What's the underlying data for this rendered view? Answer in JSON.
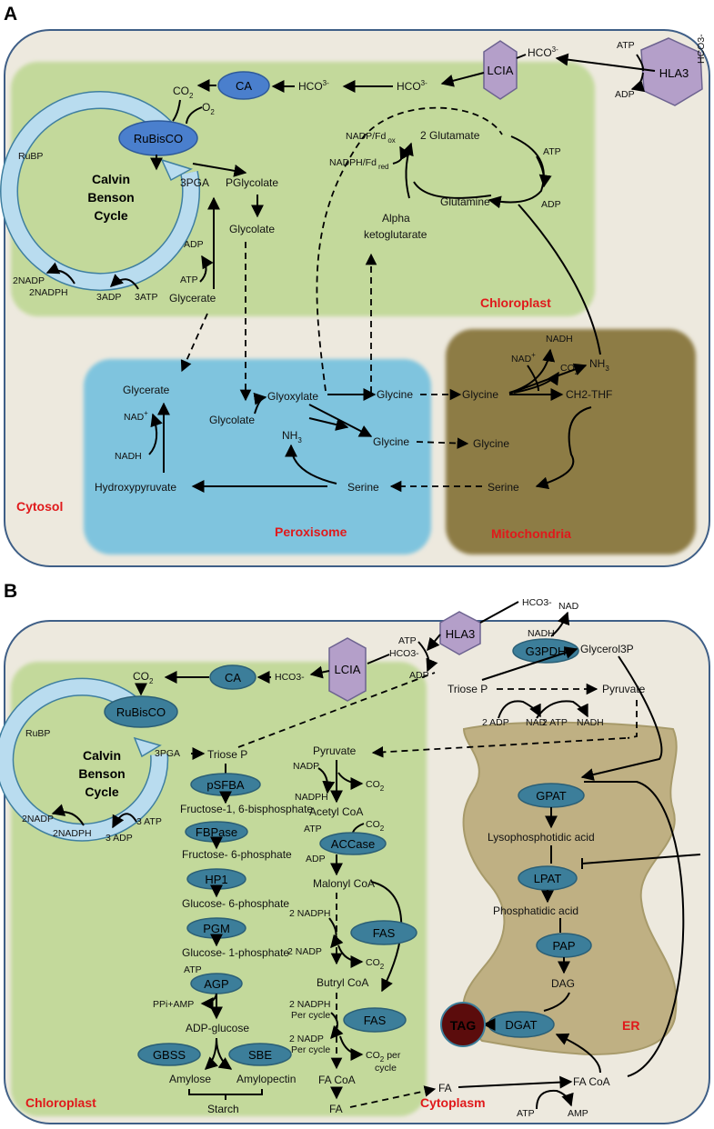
{
  "panelA": {
    "letter": "A",
    "compartments": {
      "chloroplast": "Chloroplast",
      "peroxisome": "Peroxisome",
      "mitochondria": "Mitochondria",
      "cytosol": "Cytosol"
    },
    "transporters": {
      "lcia": "LCIA",
      "hla3": "HLA3"
    },
    "enzymes": {
      "ca": "CA",
      "rubisco": "RuBisCO"
    },
    "cycle": {
      "line1": "Calvin",
      "line2": "Benson",
      "line3": "Cycle"
    },
    "labels": {
      "hco3_out": "HCO3-",
      "atp_hla3": "ATP",
      "adp_hla3": "ADP",
      "hco3_lcia": "HCO",
      "hco3_chl": "HCO",
      "co2": "CO",
      "o2": "O",
      "rubp": "RuBP",
      "pga3": "3PGA",
      "pglycolate": "PGlycolate",
      "glycolate_chl": "Glycolate",
      "adp1": "ADP",
      "atp1": "ATP",
      "glycerate_chl": "Glycerate",
      "nadp2": "2NADP",
      "nadph2": "2NADPH",
      "adp3": "3ADP",
      "atp3": "3ATP",
      "nadp_fd_ox": "NADP/Fd",
      "ox": "ox",
      "nadph_fd_red": "NADPH/Fd",
      "red": "red",
      "glutamate2": "2 Glutamate",
      "atp_gln": "ATP",
      "adp_gln": "ADP",
      "glutamine": "Glutamine",
      "alpha": "Alpha",
      "ketoglutarate": "ketoglutarate",
      "glycerate_per": "Glycerate",
      "nad_per": "NAD",
      "nadh_per": "NADH",
      "hydroxypyruvate": "Hydroxypyruvate",
      "glycolate_per": "Glycolate",
      "glyoxylate": "Glyoxylate",
      "glycine_per1": "Glycine",
      "nh3_per": "NH",
      "glycine_per2": "Glycine",
      "serine_per": "Serine",
      "glycine_mit1": "Glycine",
      "nad_mit": "NAD",
      "nadh_mit": "NADH",
      "co2_mit": "CO",
      "nh3_mit": "NH",
      "ch2thf": "CH2-THF",
      "glycine_mit2": "Glycine",
      "serine_mit": "Serine"
    }
  },
  "panelB": {
    "letter": "B",
    "compartments": {
      "chloroplast": "Chloroplast",
      "cytoplasm": "Cytoplasm",
      "er": "ER"
    },
    "transporters": {
      "lcia": "LCIA",
      "hla3": "HLA3"
    },
    "enzymes": {
      "ca": "CA",
      "rubisco": "RuBisCO",
      "psfba": "pSFBA",
      "fbpase": "FBPase",
      "hp1": "HP1",
      "pgm": "PGM",
      "agp": "AGP",
      "gbss": "GBSS",
      "sbe": "SBE",
      "accase": "ACCase",
      "fas1": "FAS",
      "fas2": "FAS",
      "g3pdh": "G3PDH",
      "gpat": "GPAT",
      "lpat": "LPAT",
      "pap": "PAP",
      "dgat": "DGAT",
      "tag": "TAG"
    },
    "cycle": {
      "line1": "Calvin",
      "line2": "Benson",
      "line3": "Cycle"
    },
    "labels": {
      "hco3_top": "HCO3-",
      "atp_hla3": "ATP",
      "hco3_hla3": "HCO3-",
      "adp_hla3": "ADP",
      "hco3_lcia": "HCO3-",
      "co2": "CO",
      "rubp": "RuBP",
      "pga3": "3PGA",
      "triose_p": "Triose P",
      "nadp2": "2NADP",
      "nadph2": "2NADPH",
      "adp3": "3 ADP",
      "atp3": "3 ATP",
      "f16bp": "Fructose-1, 6-bisphosphate",
      "f6p": "Fructose- 6-phosphate",
      "g6p": "Glucose- 6-phosphate",
      "g1p": "Glucose- 1-phosphate",
      "atp_agp": "ATP",
      "ppi_amp": "PPi+AMP",
      "adp_glucose": "ADP-glucose",
      "amylose": "Amylose",
      "amylopectin": "Amylopectin",
      "starch": "Starch",
      "pyruvate_chl": "Pyruvate",
      "nadp_pdh": "NADP",
      "nadph_pdh": "NADPH",
      "co2_pdh": "CO",
      "acetyl_coa": "Acetyl CoA",
      "atp_acc": "ATP",
      "co2_acc": "CO",
      "adp_acc": "ADP",
      "malonyl_coa": "Malonyl CoA",
      "nadph_fas1": "2 NADPH",
      "nadp_fas1": "2 NADP",
      "co2_fas1": "CO",
      "butryl_coa": "Butryl CoA",
      "nadph_fas2a": "2 NADPH",
      "nadph_fas2b": "Per cycle",
      "nadp_fas2a": "2 NADP",
      "nadp_fas2b": "Per cycle",
      "co2_fas2a": "CO",
      "co2_fas2a_tail": "per",
      "co2_fas2b": "cycle",
      "fa_coa_chl": "FA CoA",
      "fa_chl": "FA",
      "nadh_g3": "NADH",
      "nad_g3": "NAD",
      "glycerol3p": "Glycerol3P",
      "triose_p_cyt": "Triose P",
      "pyruvate_cyt": "Pyruvate",
      "adp2": "2 ADP",
      "nad_gly": "NAD",
      "atp2": "2 ATP",
      "nadh_gly": "NADH",
      "lysopa": "Lysophosphotidic acid",
      "pa": "Phosphatidic acid",
      "dag": "DAG",
      "fa_coa_cyt": "FA CoA",
      "fa_cyt": "FA",
      "atp_fa": "ATP",
      "amp_fa": "AMP"
    }
  },
  "colors": {
    "cell": "#ede9de",
    "cell_stroke": "#3f5f87",
    "chloroplast": "#c3d99b",
    "peroxisome": "#7fc4de",
    "mitochondria": "#8d7b45",
    "er": "#bfb083",
    "enzyme": "#3c7e9a",
    "ca_a": "#4a7fcd",
    "transporter": "#b49fc9",
    "cycle": "#b9dcef",
    "tag": "#5b0c0c",
    "compartment_label": "#e0191b"
  }
}
